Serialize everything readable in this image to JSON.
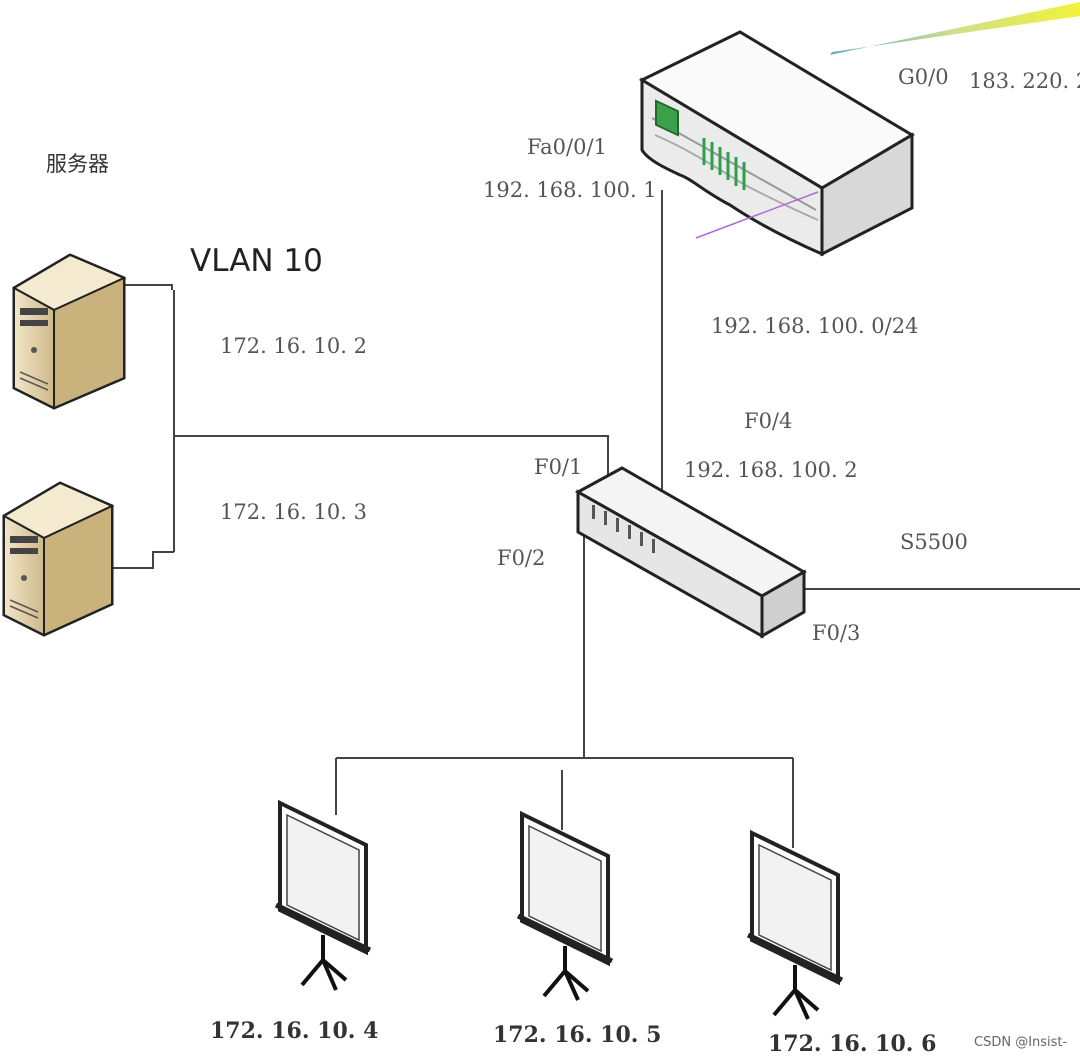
{
  "labels": {
    "server_group": "服务器",
    "vlan": "VLAN  10",
    "server1_ip": "172. 16. 10. 2",
    "server2_ip": "172. 16. 10. 3",
    "router_fa": "Fa0/0/1",
    "router_fa_ip": "192. 168. 100. 1",
    "router_g": "G0/0",
    "router_g_ip": "183. 220. 2",
    "subnet": "192. 168. 100. 0/24",
    "sw_f04": "F0/4",
    "sw_f04_ip": "192. 168. 100. 2",
    "sw_f01": "F0/1",
    "sw_f02": "F0/2",
    "sw_f03": "F0/3",
    "switch_name": "S5500",
    "pc1_ip": "172. 16. 10. 4",
    "pc2_ip": "172. 16. 10. 5",
    "pc3_ip": "172. 16. 10. 6"
  },
  "watermark": "CSDN @Insist-",
  "colors": {
    "wire": "#444444",
    "server_body": "#e6d4a8",
    "device_body": "#f2f2f2",
    "wan_link": "#e8e83a"
  }
}
